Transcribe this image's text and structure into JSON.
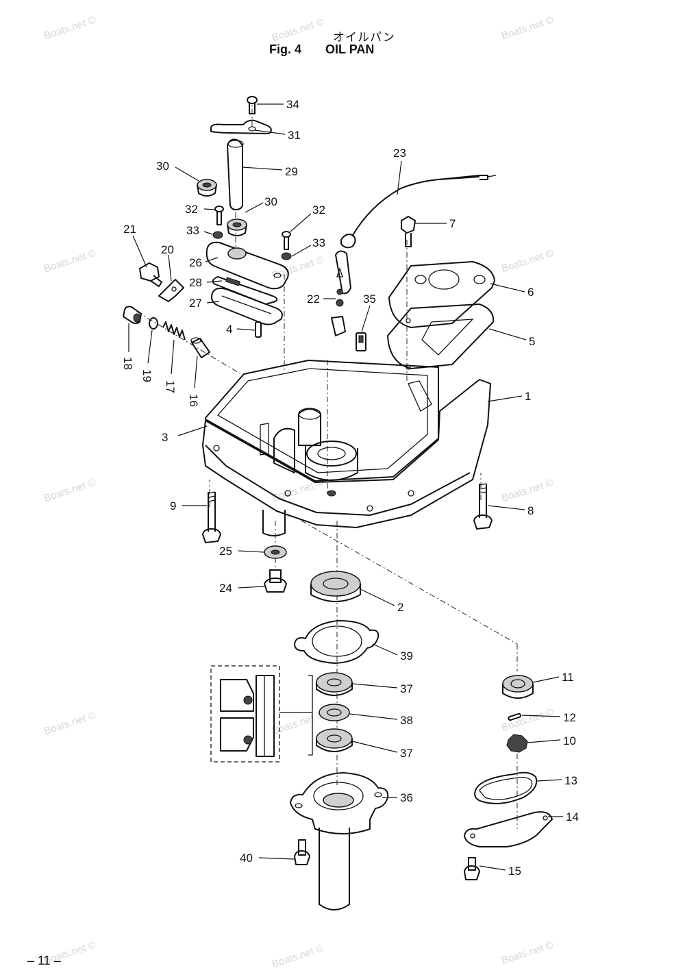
{
  "header": {
    "title_jp": "オイルパン",
    "fig_label": "Fig. 4",
    "title_en": "OIL PAN"
  },
  "footer": {
    "page_number": "– 11 –"
  },
  "watermark": {
    "text": "Boats.net ©"
  },
  "callouts": [
    "34",
    "31",
    "30",
    "29",
    "23",
    "32",
    "30",
    "32",
    "7",
    "21",
    "20",
    "33",
    "33",
    "26",
    "28",
    "22",
    "35",
    "6",
    "27",
    "4",
    "5",
    "18",
    "19",
    "17",
    "16",
    "1",
    "3",
    "9",
    "8",
    "25",
    "24",
    "2",
    "39",
    "11",
    "37",
    "38",
    "12",
    "10",
    "37",
    "13",
    "36",
    "14",
    "40",
    "15"
  ]
}
